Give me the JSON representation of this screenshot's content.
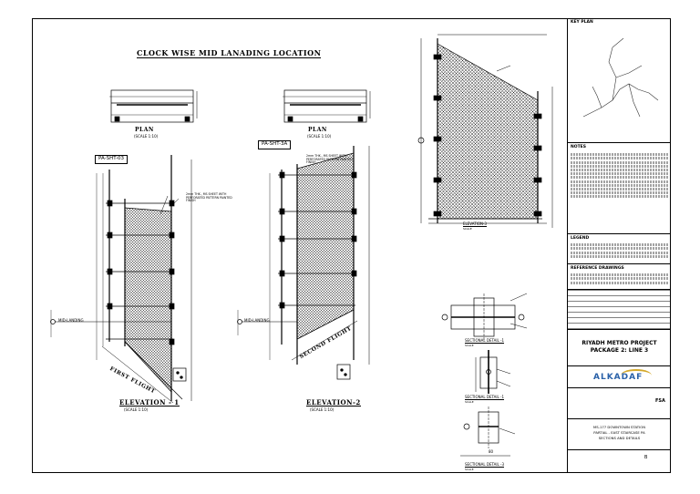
{
  "drawing": {
    "main_title": "CLOCK WISE MID LANADING LOCATION",
    "plan_1": {
      "label": "PLAN",
      "scale": "(SCALE 1:10)"
    },
    "plan_2": {
      "label": "PLAN",
      "scale": "(SCALE 1:10)"
    },
    "tag_1": "PA-SHT-03",
    "tag_2": "PA-SHT-3A",
    "note_1": "2mm THK., MS SHEET WITH PERFORATED PATTERN PAINTED FINISH",
    "note_2": "2mm THK., MS SHEET WITH PERFORATED PATTERN PAINTED FINISH",
    "mid_landing_1": "MID-LANDING",
    "mid_landing_2": "MID-LANDING",
    "first_flight": "FIRST FLIGHT",
    "second_flight": "SECOND FLIGHT",
    "elevation_1": {
      "label": "ELEVATION - 1",
      "scale": "(SCALE 1:10)"
    },
    "elevation_2": {
      "label": "ELEVATION-2",
      "scale": "(SCALE 1:10)"
    },
    "elevation_3": {
      "label": "ELEVATION-3",
      "scale": "SCALE"
    },
    "section_1": {
      "label": "SECTIONAL DETAIL -1",
      "scale": "SCALE"
    },
    "section_2": {
      "label": "SECTIONAL DETAIL -1",
      "scale": "SCALE"
    },
    "section_3": {
      "label": "SECTIONAL DETAIL -3",
      "scale": "SCALE"
    },
    "dim_bottom": "80"
  },
  "title_block": {
    "key_plan": "KEY PLAN",
    "notes": "NOTES",
    "legend": "LEGEND",
    "reference": "REFERENCE DRAWINGS",
    "project_line1": "RIYADH METRO PROJECT",
    "project_line2": "PACKAGE 2: LINE 3",
    "logo_text": "ALKADAF",
    "fsa": "FSA",
    "sheet_title_1": "MS-177 DOWNTOWN STATION",
    "sheet_title_2": "PARTIAL - EAST STAIRCASE PA",
    "sheet_title_3": "SECTIONS AND DETAILS",
    "revision": "B"
  }
}
